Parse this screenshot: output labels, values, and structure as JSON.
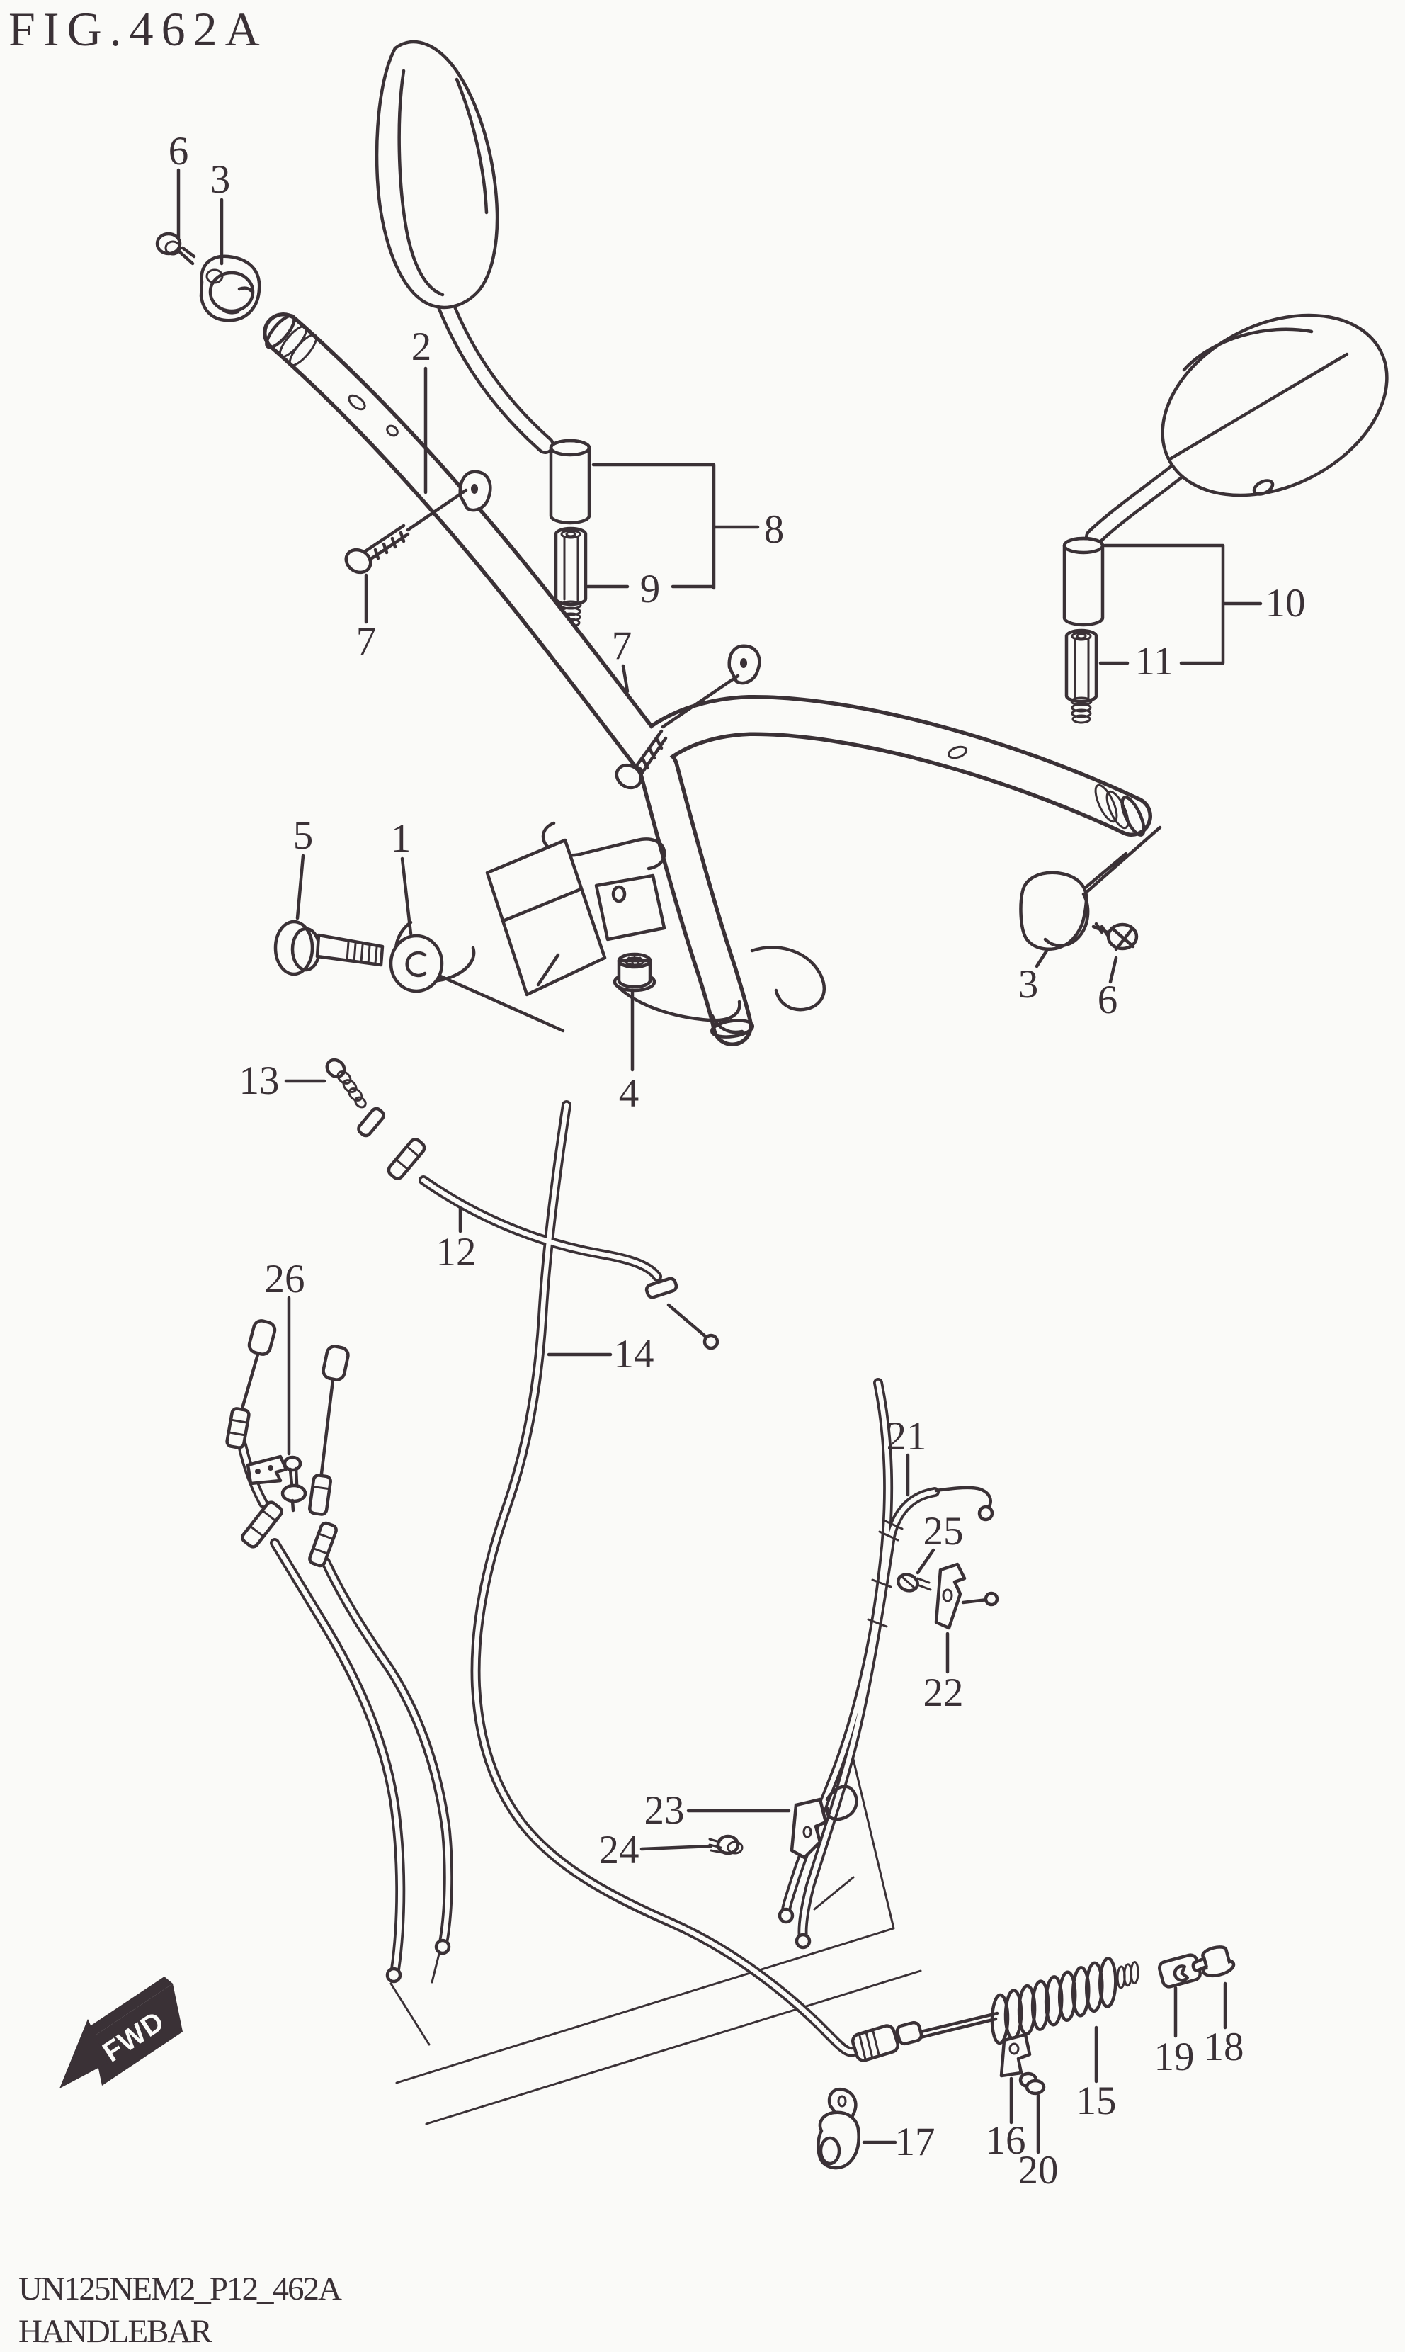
{
  "title": "FIG.462A",
  "footer": {
    "code": "UN125NEM2_P12_462A",
    "name": "HANDLEBAR"
  },
  "fwd": {
    "label": "FWD"
  },
  "colors": {
    "ink": "#3a3136",
    "background": "#fafaf8"
  },
  "callouts": [
    {
      "text": "6"
    },
    {
      "text": "3"
    },
    {
      "text": "2"
    },
    {
      "text": "8"
    },
    {
      "text": "9"
    },
    {
      "text": "7"
    },
    {
      "text": "7"
    },
    {
      "text": "10"
    },
    {
      "text": "11"
    },
    {
      "text": "5"
    },
    {
      "text": "1"
    },
    {
      "text": "13"
    },
    {
      "text": "3"
    },
    {
      "text": "6"
    },
    {
      "text": "4"
    },
    {
      "text": "12"
    },
    {
      "text": "26"
    },
    {
      "text": "14"
    },
    {
      "text": "21"
    },
    {
      "text": "25"
    },
    {
      "text": "22"
    },
    {
      "text": "23"
    },
    {
      "text": "24"
    },
    {
      "text": "17"
    },
    {
      "text": "16"
    },
    {
      "text": "20"
    },
    {
      "text": "15"
    },
    {
      "text": "19"
    },
    {
      "text": "18"
    }
  ]
}
